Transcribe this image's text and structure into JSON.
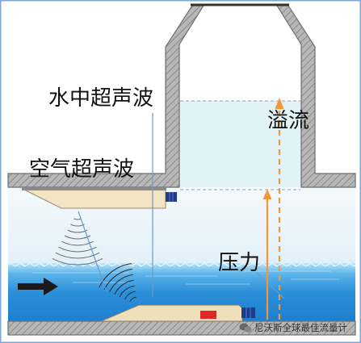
{
  "labels": {
    "underwater_ultrasonic": "水中超声波",
    "air_ultrasonic": "空气超声波",
    "overflow": "溢流",
    "pressure": "压力"
  },
  "watermark": {
    "text": "尼沃斯全球最佳流量计",
    "icon": "wechat-logo-icon"
  },
  "icons": {
    "flow_direction": "arrow-right-icon"
  },
  "colors": {
    "water": "#2b8fd9",
    "wall": "#b3b3b3",
    "sensor_body": "#f2e4c2",
    "connector": "#1f3b8c",
    "level_arrow": "#f2963a",
    "indicator": "#e3262a",
    "frame": "#7ea6d6"
  }
}
